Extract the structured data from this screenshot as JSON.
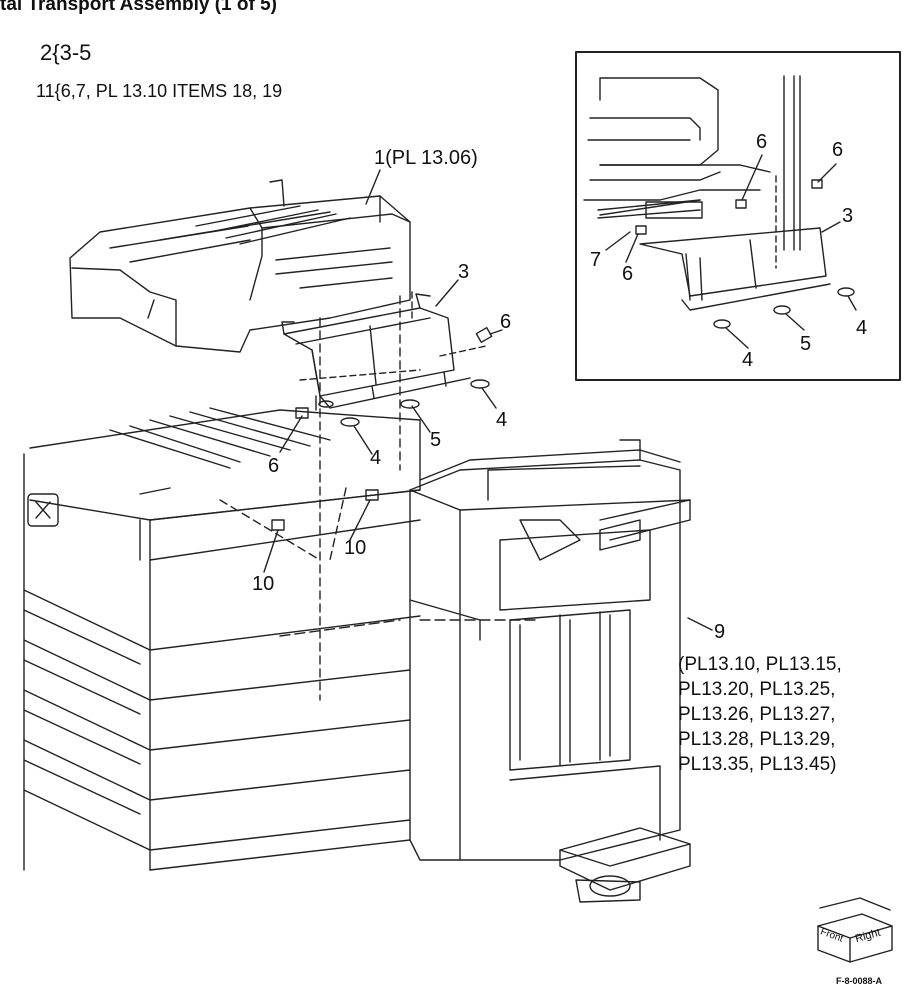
{
  "title": "tal Transport Assembly (1 of 5)",
  "legend": {
    "line1": "2{3-5",
    "line2": "11{6,7,  PL 13.10 ITEMS 18, 19"
  },
  "labels": {
    "item1": "1(PL 13.06)",
    "item3": "3",
    "item6a": "6",
    "item4a": "4",
    "item5": "5",
    "item4b": "4",
    "item6b": "6",
    "item10a": "10",
    "item10b": "10",
    "item9": "9",
    "inset_6a": "6",
    "inset_6b": "6",
    "inset_3": "3",
    "inset_7": "7",
    "inset_6c": "6",
    "inset_4a": "4",
    "inset_5": "5",
    "inset_4b": "4"
  },
  "references_item9": [
    "(PL13.10, PL13.15,",
    "PL13.20, PL13.25,",
    "PL13.26, PL13.27,",
    "PL13.28, PL13.29,",
    "PL13.35, PL13.45)"
  ],
  "orientation": {
    "front": "Front",
    "right": "Right"
  },
  "figure_id": "F-8-0088-A"
}
